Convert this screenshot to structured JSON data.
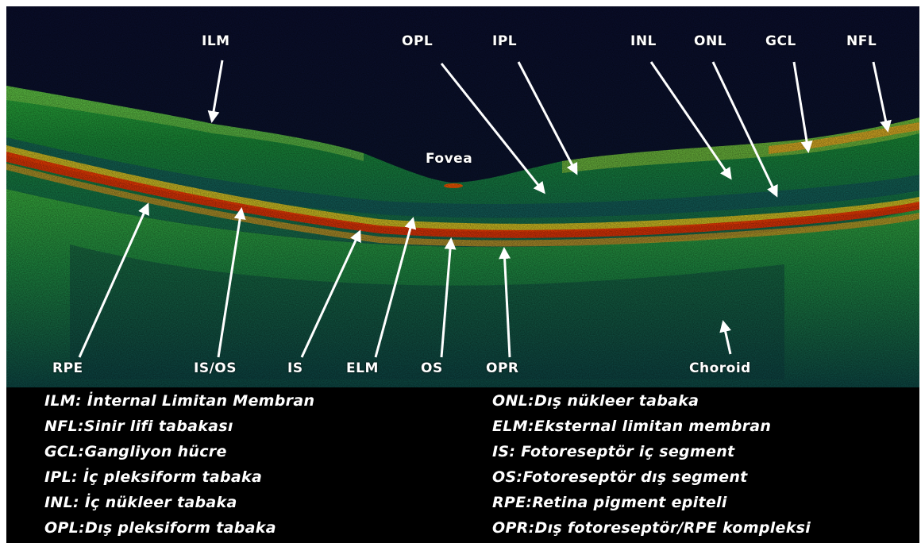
{
  "labels": {
    "ilm": "ILM",
    "opl": "OPL",
    "ipl": "IPL",
    "inl": "INL",
    "onl": "ONL",
    "gcl": "GCL",
    "nfl": "NFL",
    "fovea": "Fovea",
    "rpe": "RPE",
    "isos": "IS/OS",
    "is": "IS",
    "elm": "ELM",
    "os": "OS",
    "opr": "OPR",
    "choroid": "Choroid"
  },
  "legend": {
    "left": [
      "ILM: İnternal Limitan Membran",
      "NFL:Sinir lifi tabakası",
      "GCL:Gangliyon hücre",
      "IPL: İç pleksiform tabaka",
      "INL: İç nükleer tabaka",
      "OPL:Dış pleksiform tabaka"
    ],
    "right": [
      "ONL:Dış nükleer tabaka",
      "ELM:Eksternal limitan membran",
      "IS: Fotoreseptör iç segment",
      "OS:Fotoreseptör dış segment",
      "RPE:Retina pigment epiteli",
      "OPR:Dış fotoreseptör/RPE kompleksi"
    ]
  },
  "colors": {
    "background": "#0a0f2a",
    "retina_green": "#1f9e3a",
    "retina_bright": "#7fe04a",
    "rpe_band": "#ff3a00",
    "rpe_yellow": "#f2d21e",
    "choroid": "#0f6a4a",
    "arrow": "#ffffff"
  }
}
